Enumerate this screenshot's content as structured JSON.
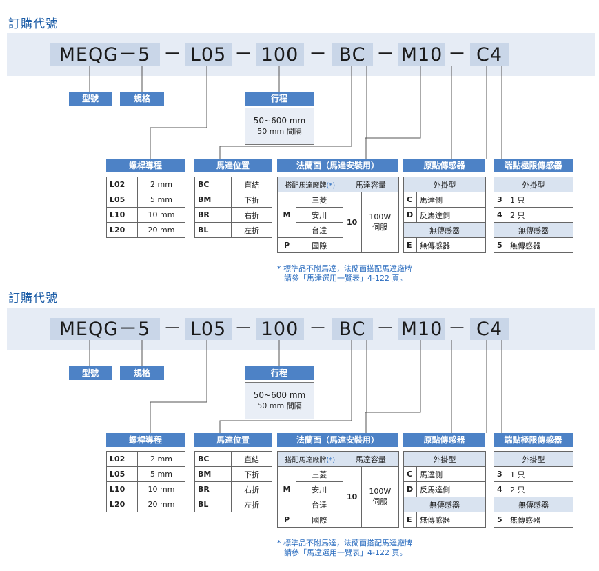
{
  "title": "訂購代號",
  "code": {
    "model": "MEQG－5",
    "lead": "L05",
    "stroke": "100",
    "motor_pos": "BC",
    "flange": "M10",
    "sensor": "C4",
    "dash": "－"
  },
  "labels": {
    "model": "型號",
    "spec": "規格",
    "stroke": "行程",
    "stroke_range": "50~600 mm",
    "stroke_step": "50 mm 間隔"
  },
  "screw": {
    "title": "螺桿導程",
    "rows": [
      [
        "L02",
        "2 mm"
      ],
      [
        "L05",
        "5 mm"
      ],
      [
        "L10",
        "10 mm"
      ],
      [
        "L20",
        "20 mm"
      ]
    ]
  },
  "motor": {
    "title": "馬達位置",
    "rows": [
      [
        "BC",
        "直結"
      ],
      [
        "BM",
        "下折"
      ],
      [
        "BR",
        "右折"
      ],
      [
        "BL",
        "左折"
      ]
    ]
  },
  "flange": {
    "title": "法蘭面（馬達安裝用）",
    "h1": "搭配馬達廠牌",
    "h1star": "(*)",
    "h2": "馬達容量",
    "m": "M",
    "brands": [
      "三菱",
      "安川",
      "台達"
    ],
    "cap_code": "10",
    "cap": "100W",
    "cap2": "伺服",
    "p": "P",
    "p_brand": "國際"
  },
  "origin": {
    "title": "原點傳感器",
    "sub": "外掛型",
    "rows": [
      [
        "C",
        "馬達側"
      ],
      [
        "D",
        "反馬達側"
      ]
    ],
    "none": "無傳感器",
    "e": "E",
    "e_text": "無傳感器"
  },
  "limit": {
    "title": "端點極限傳感器",
    "sub": "外掛型",
    "rows": [
      [
        "3",
        "1 只"
      ],
      [
        "4",
        "2 只"
      ]
    ],
    "none": "無傳感器",
    "n": "5",
    "n_text": "無傳感器"
  },
  "note1": "* 標準品不附馬達，法蘭面搭配馬達廠牌",
  "note2": "請參「馬達選用一覽表」4-122 頁。"
}
